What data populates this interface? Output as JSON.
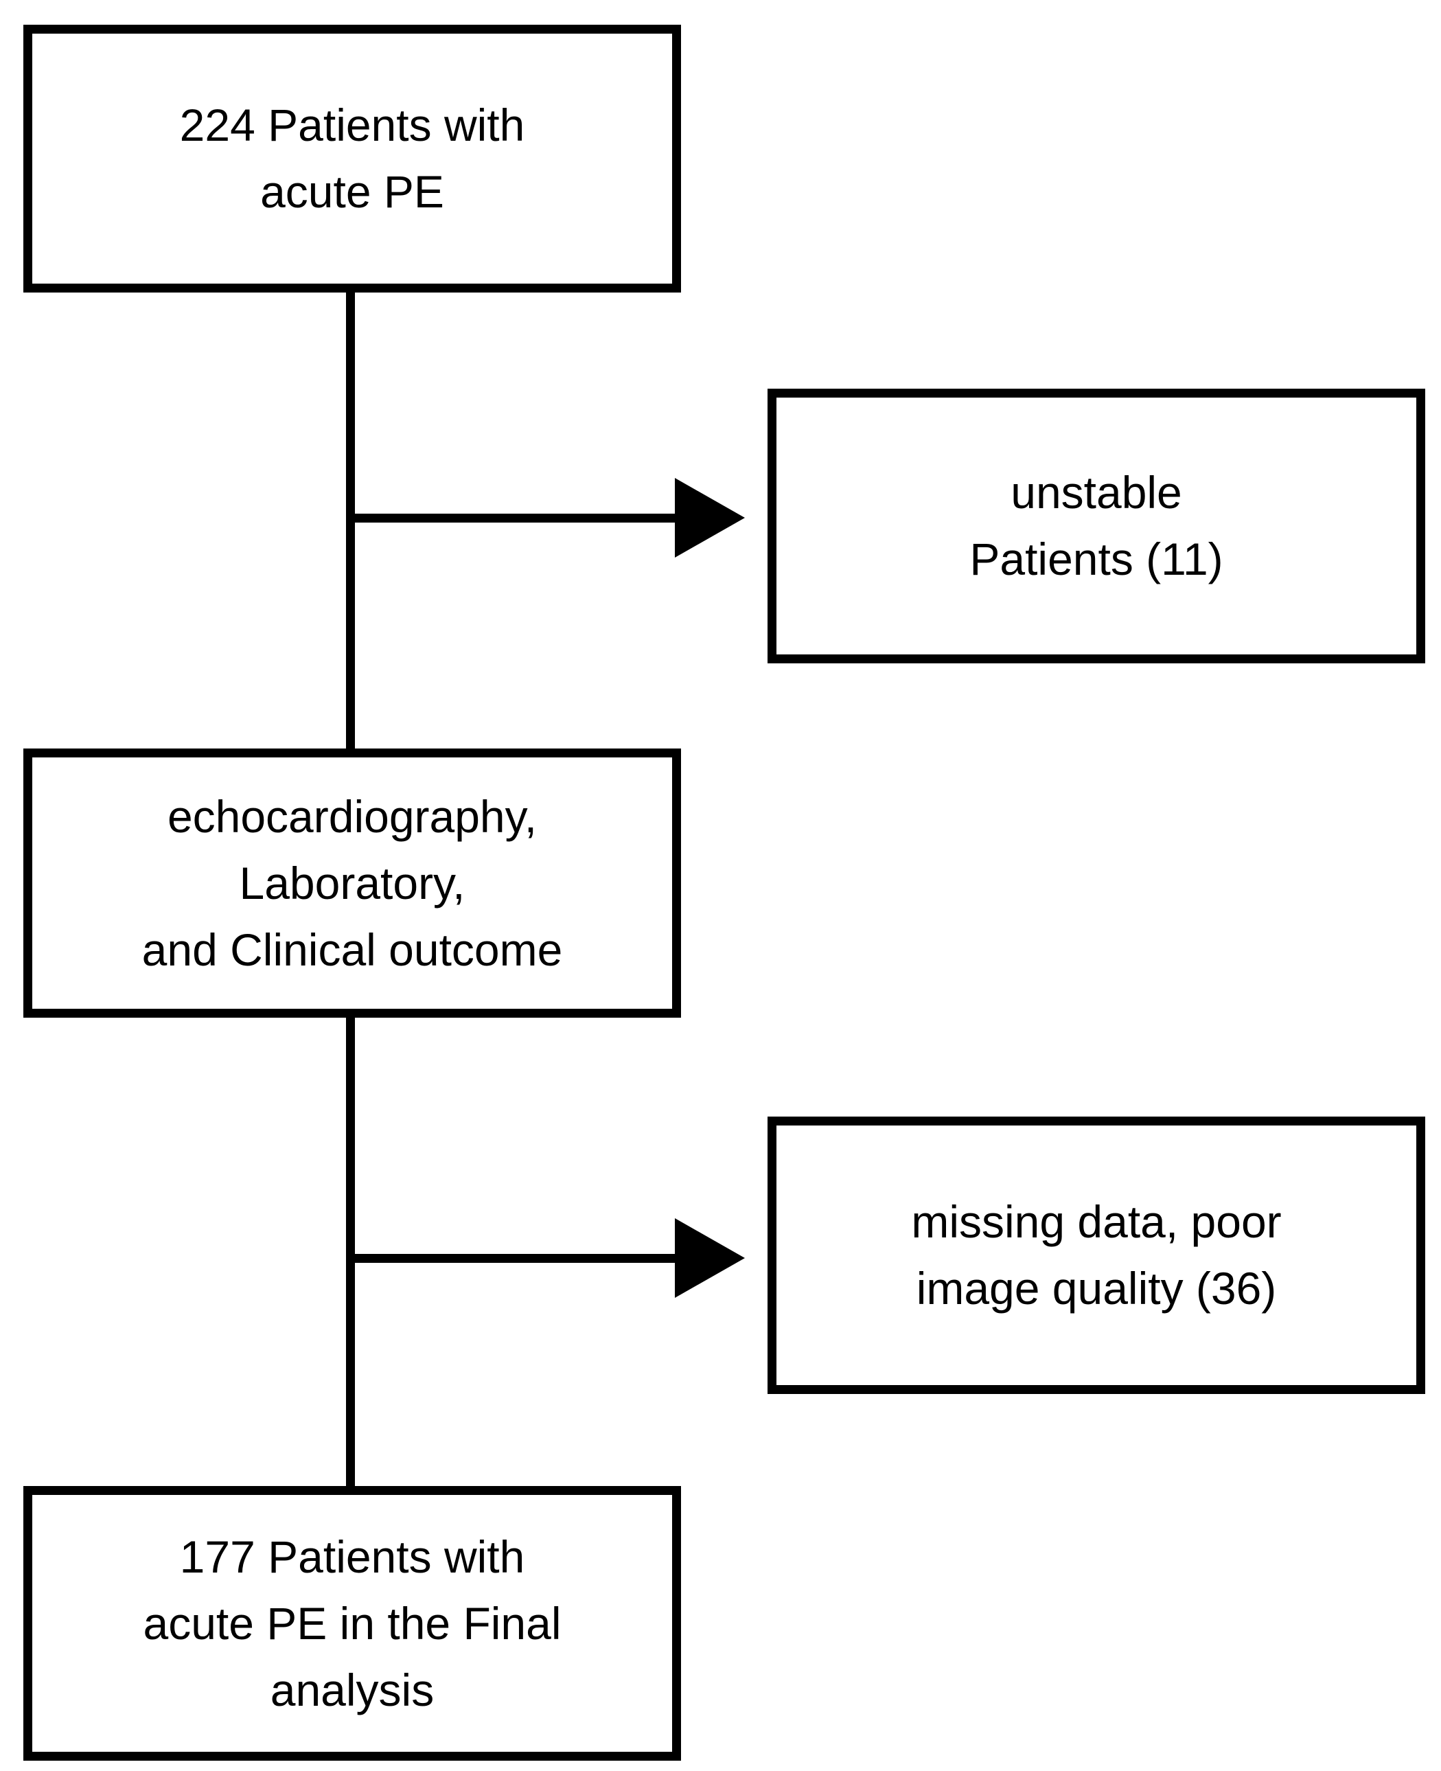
{
  "figure": {
    "type": "flowchart",
    "background_color": "#ffffff",
    "stroke_color": "#000000",
    "text_color": "#000000"
  },
  "flowchart": {
    "nodes": {
      "enrollment": {
        "lines": [
          "224 Patients with",
          "acute PE"
        ],
        "count": 224
      },
      "excluded_unstable": {
        "lines": [
          "unstable",
          "Patients (11)"
        ],
        "count": 11
      },
      "assessment": {
        "lines": [
          "echocardiography,",
          "Laboratory,",
          "and Clinical outcome"
        ]
      },
      "excluded_missing_data": {
        "lines": [
          "missing data, poor",
          "image quality (36)"
        ],
        "count": 36
      },
      "final_analysis": {
        "lines": [
          "177 Patients with",
          "acute PE in the Final",
          "analysis"
        ],
        "count": 177
      }
    },
    "edges": [
      {
        "from": "enrollment",
        "to": "assessment",
        "style": "vertical-line"
      },
      {
        "from": "enrollment",
        "to": "excluded_unstable",
        "style": "arrow-right"
      },
      {
        "from": "assessment",
        "to": "final_analysis",
        "style": "vertical-line"
      },
      {
        "from": "assessment",
        "to": "excluded_missing_data",
        "style": "arrow-right"
      }
    ]
  }
}
